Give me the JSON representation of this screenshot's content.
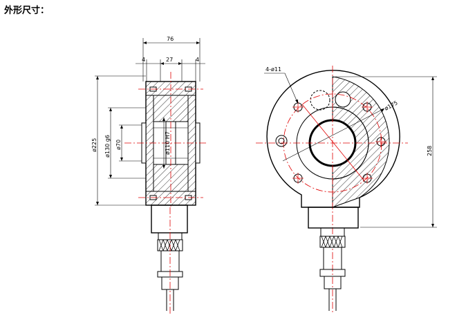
{
  "title": "外形尺寸：",
  "dimensions": {
    "overall_width": "76",
    "inner_width": "27",
    "left_offset": "4",
    "right_offset": "4",
    "outer_diameter": "ø225",
    "spigot_diameter": "ø130 g6",
    "inner_diameter": "ø70",
    "bore_diameter": "ø110 H7",
    "hole_spec": "4-ø11",
    "pcd": "ø175",
    "height": "258"
  },
  "colors": {
    "outline": "#000000",
    "centerline": "#e00000"
  }
}
